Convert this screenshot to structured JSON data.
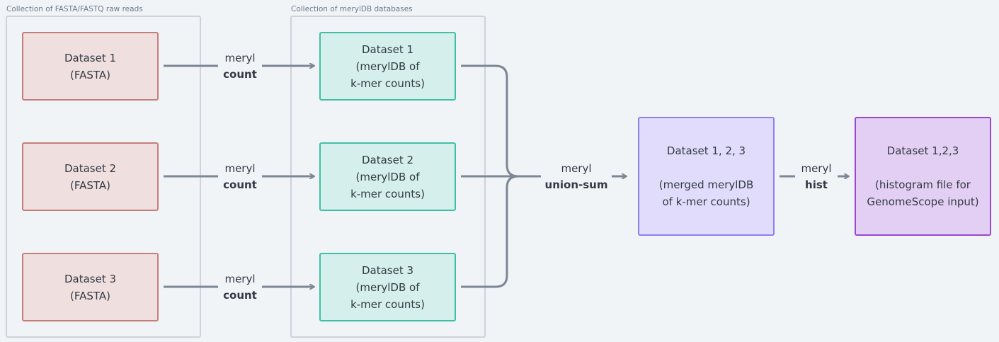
{
  "groups": {
    "raw": {
      "label": "Collection of FASTA/FASTQ raw reads"
    },
    "db": {
      "label": "Collection of merylDB databases"
    }
  },
  "raw_nodes": [
    {
      "title": "Dataset 1",
      "subtitle": "(FASTA)"
    },
    {
      "title": "Dataset 2",
      "subtitle": "(FASTA)"
    },
    {
      "title": "Dataset 3",
      "subtitle": "(FASTA)"
    }
  ],
  "db_nodes": [
    {
      "title": "Dataset 1",
      "line2": "(merylDB of",
      "line3": "k-mer counts)"
    },
    {
      "title": "Dataset 2",
      "line2": "(merylDB of",
      "line3": "k-mer counts)"
    },
    {
      "title": "Dataset 3",
      "line2": "(merylDB of",
      "line3": "k-mer counts)"
    }
  ],
  "count_edges": [
    {
      "tool": "meryl",
      "command": "count"
    },
    {
      "tool": "meryl",
      "command": "count"
    },
    {
      "tool": "meryl",
      "command": "count"
    }
  ],
  "union_edge": {
    "tool": "meryl",
    "command": "union-sum"
  },
  "merged_node": {
    "title": "Dataset 1, 2, 3",
    "line2": "(merged merylDB",
    "line3": "of k-mer counts)"
  },
  "hist_edge": {
    "tool": "meryl",
    "command": "hist"
  },
  "hist_node": {
    "title": "Dataset 1,2,3",
    "line2": "(histogram file for",
    "line3": "GenomeScope input)"
  },
  "colors": {
    "edge": "#7b8794",
    "raw_border": "#c47f7d",
    "db_border": "#41bfa5",
    "merged_border": "#8d7ff0",
    "hist_border": "#9a47cf"
  }
}
